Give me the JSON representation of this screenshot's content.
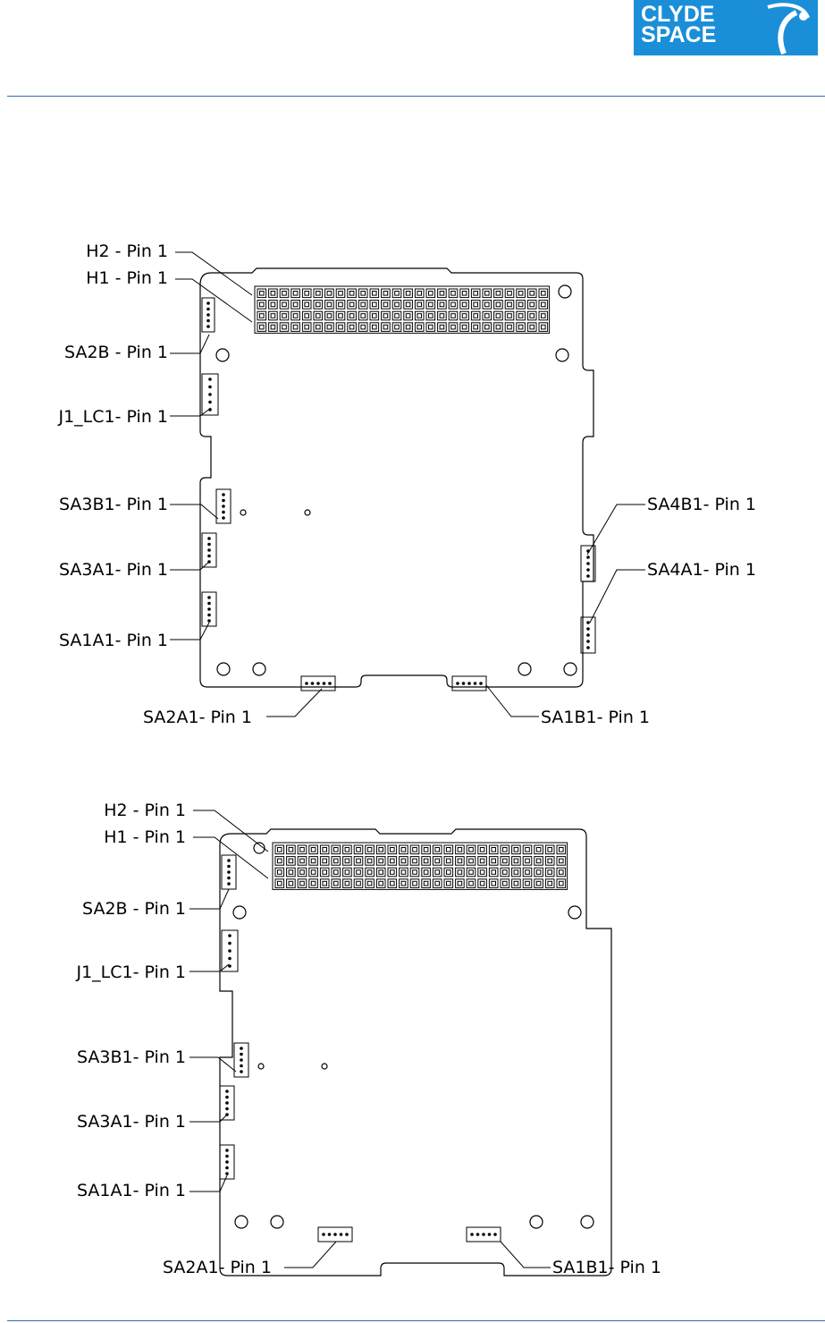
{
  "logo": {
    "line1": "CLYDE",
    "line2": "SPACE",
    "color": "#1a8fd8"
  },
  "rule_color": "#2f6db5",
  "diagram_top": {
    "labels": {
      "h2": "H2 - Pin 1",
      "h1": "H1 - Pin 1",
      "sa2b": "SA2B - Pin 1",
      "j1lc1": "J1_LC1- Pin 1",
      "sa3b1": "SA3B1- Pin 1",
      "sa3a1": "SA3A1- Pin 1",
      "sa1a1": "SA1A1- Pin 1",
      "sa4b1": "SA4B1- Pin 1",
      "sa4a1": "SA4A1- Pin 1",
      "sa2a1": "SA2A1- Pin 1",
      "sa1b1": "SA1B1- Pin 1"
    }
  },
  "diagram_bottom": {
    "labels": {
      "h2": "H2 - Pin 1",
      "h1": "H1 - Pin 1",
      "sa2b": "SA2B - Pin 1",
      "j1lc1": "J1_LC1- Pin 1",
      "sa3b1": "SA3B1- Pin 1",
      "sa3a1": "SA3A1- Pin 1",
      "sa1a1": "SA1A1- Pin 1",
      "sa2a1": "SA2A1- Pin 1",
      "sa1b1": "SA1B1- Pin 1"
    }
  }
}
